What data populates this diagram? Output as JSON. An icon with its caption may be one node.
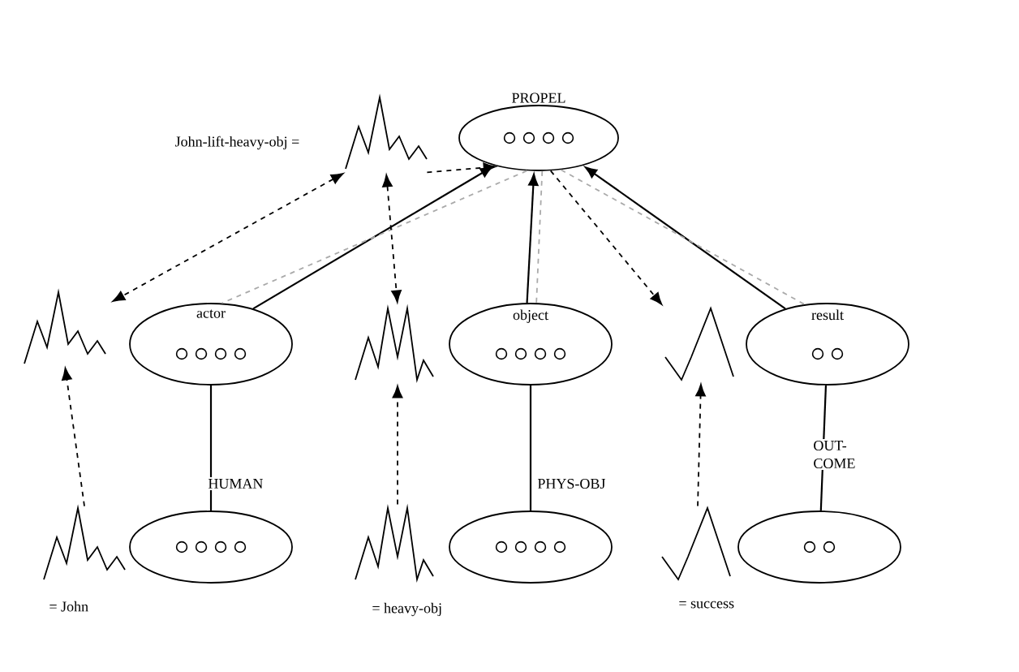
{
  "diagram": {
    "nodes": [
      {
        "text": [
          "PROPEL"
        ]
      },
      {
        "text": [],
        "shape": "picture",
        "beside": [
          "John-lift-heavy-obj ="
        ]
      },
      {
        "text": [],
        "shape": "picture"
      },
      {
        "text": [
          "actor"
        ]
      },
      {
        "text": [],
        "shape": "picture"
      },
      {
        "text": [
          "object"
        ]
      },
      {
        "text": [],
        "shape": "picture"
      },
      {
        "text": [
          "result"
        ]
      },
      {
        "text": [],
        "shape": "picture",
        "beside": [
          "= John"
        ]
      },
      {
        "text": [],
        "shape": "ellipse"
      },
      {
        "text": [],
        "shape": "picture",
        "beside": [
          "= heavy-obj"
        ]
      },
      {
        "text": [],
        "shape": "ellipse"
      },
      {
        "text": [],
        "shape": "picture",
        "beside": [
          "= success"
        ]
      },
      {
        "text": [],
        "shape": "ellipse"
      }
    ],
    "edges": [
      {
        "from": 3,
        "to": 0,
        "arrow": "to"
      },
      {
        "from": 5,
        "to": 0,
        "arrow": "to"
      },
      {
        "from": 7,
        "to": 0,
        "arrow": "to"
      },
      {
        "from": 0,
        "to": 3,
        "arrow": "none",
        "style": "dashed",
        "color": "#aaaaaa"
      },
      {
        "from": 0,
        "to": 5,
        "arrow": "none",
        "style": "dashed",
        "color": "#aaaaaa"
      },
      {
        "from": 0,
        "to": 7,
        "arrow": "none",
        "style": "dashed",
        "color": "#aaaaaa"
      },
      {
        "from": 1,
        "to": 2,
        "arrow": "both",
        "style": "dashed"
      },
      {
        "from": 1,
        "to": 4,
        "arrow": "both",
        "style": "dashed"
      },
      {
        "from": 1,
        "to": 0,
        "arrow": "to",
        "style": "dashed"
      },
      {
        "from": 0,
        "to": 6,
        "arrow": "to",
        "style": "dashed"
      },
      {
        "from": 3,
        "to": 9,
        "arrow": "none",
        "label": "HUMAN"
      },
      {
        "from": 5,
        "to": 11,
        "arrow": "none",
        "label": "PHYS-OBJ"
      },
      {
        "from": 7,
        "to": 13,
        "arrow": "none",
        "label": "OUT- COME"
      },
      {
        "from": 8,
        "to": 2,
        "arrow": "to",
        "style": "dashed"
      },
      {
        "from": 10,
        "to": 4,
        "arrow": "to",
        "style": "dashed"
      },
      {
        "from": 12,
        "to": 6,
        "arrow": "to",
        "style": "dashed"
      }
    ]
  }
}
